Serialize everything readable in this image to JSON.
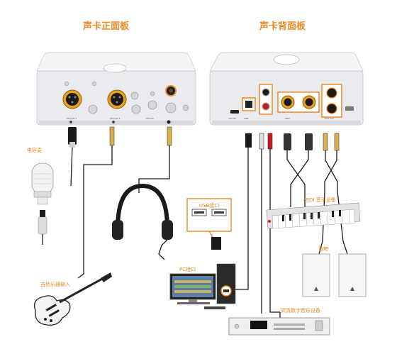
{
  "titles": {
    "front": "声卡正面板",
    "back": "声卡背面板"
  },
  "labels": {
    "mic": "电容麦",
    "usb_port": "USB接口",
    "pc_port": "PC接口",
    "midi": "MIDI 音乐设备",
    "speaker": "音箱",
    "guitar": "吉他乐器输入",
    "hd_device": "高清数字音乐设备"
  },
  "colors": {
    "accent": "#f08a24",
    "panel": "#e9eaee",
    "panel_dark": "#c9ccd3",
    "xlr": "#e8a21a",
    "wire": "#1a1a1a"
  }
}
